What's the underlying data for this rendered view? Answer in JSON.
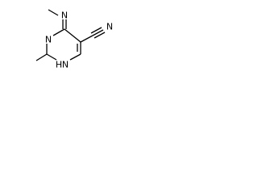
{
  "molecule": {
    "atoms": {
      "n_methylamino": "N",
      "ring_n_top": "N",
      "ring_n_bottom": "N",
      "ring_n_bottom_h": "H",
      "nitrile_n": "N"
    }
  }
}
